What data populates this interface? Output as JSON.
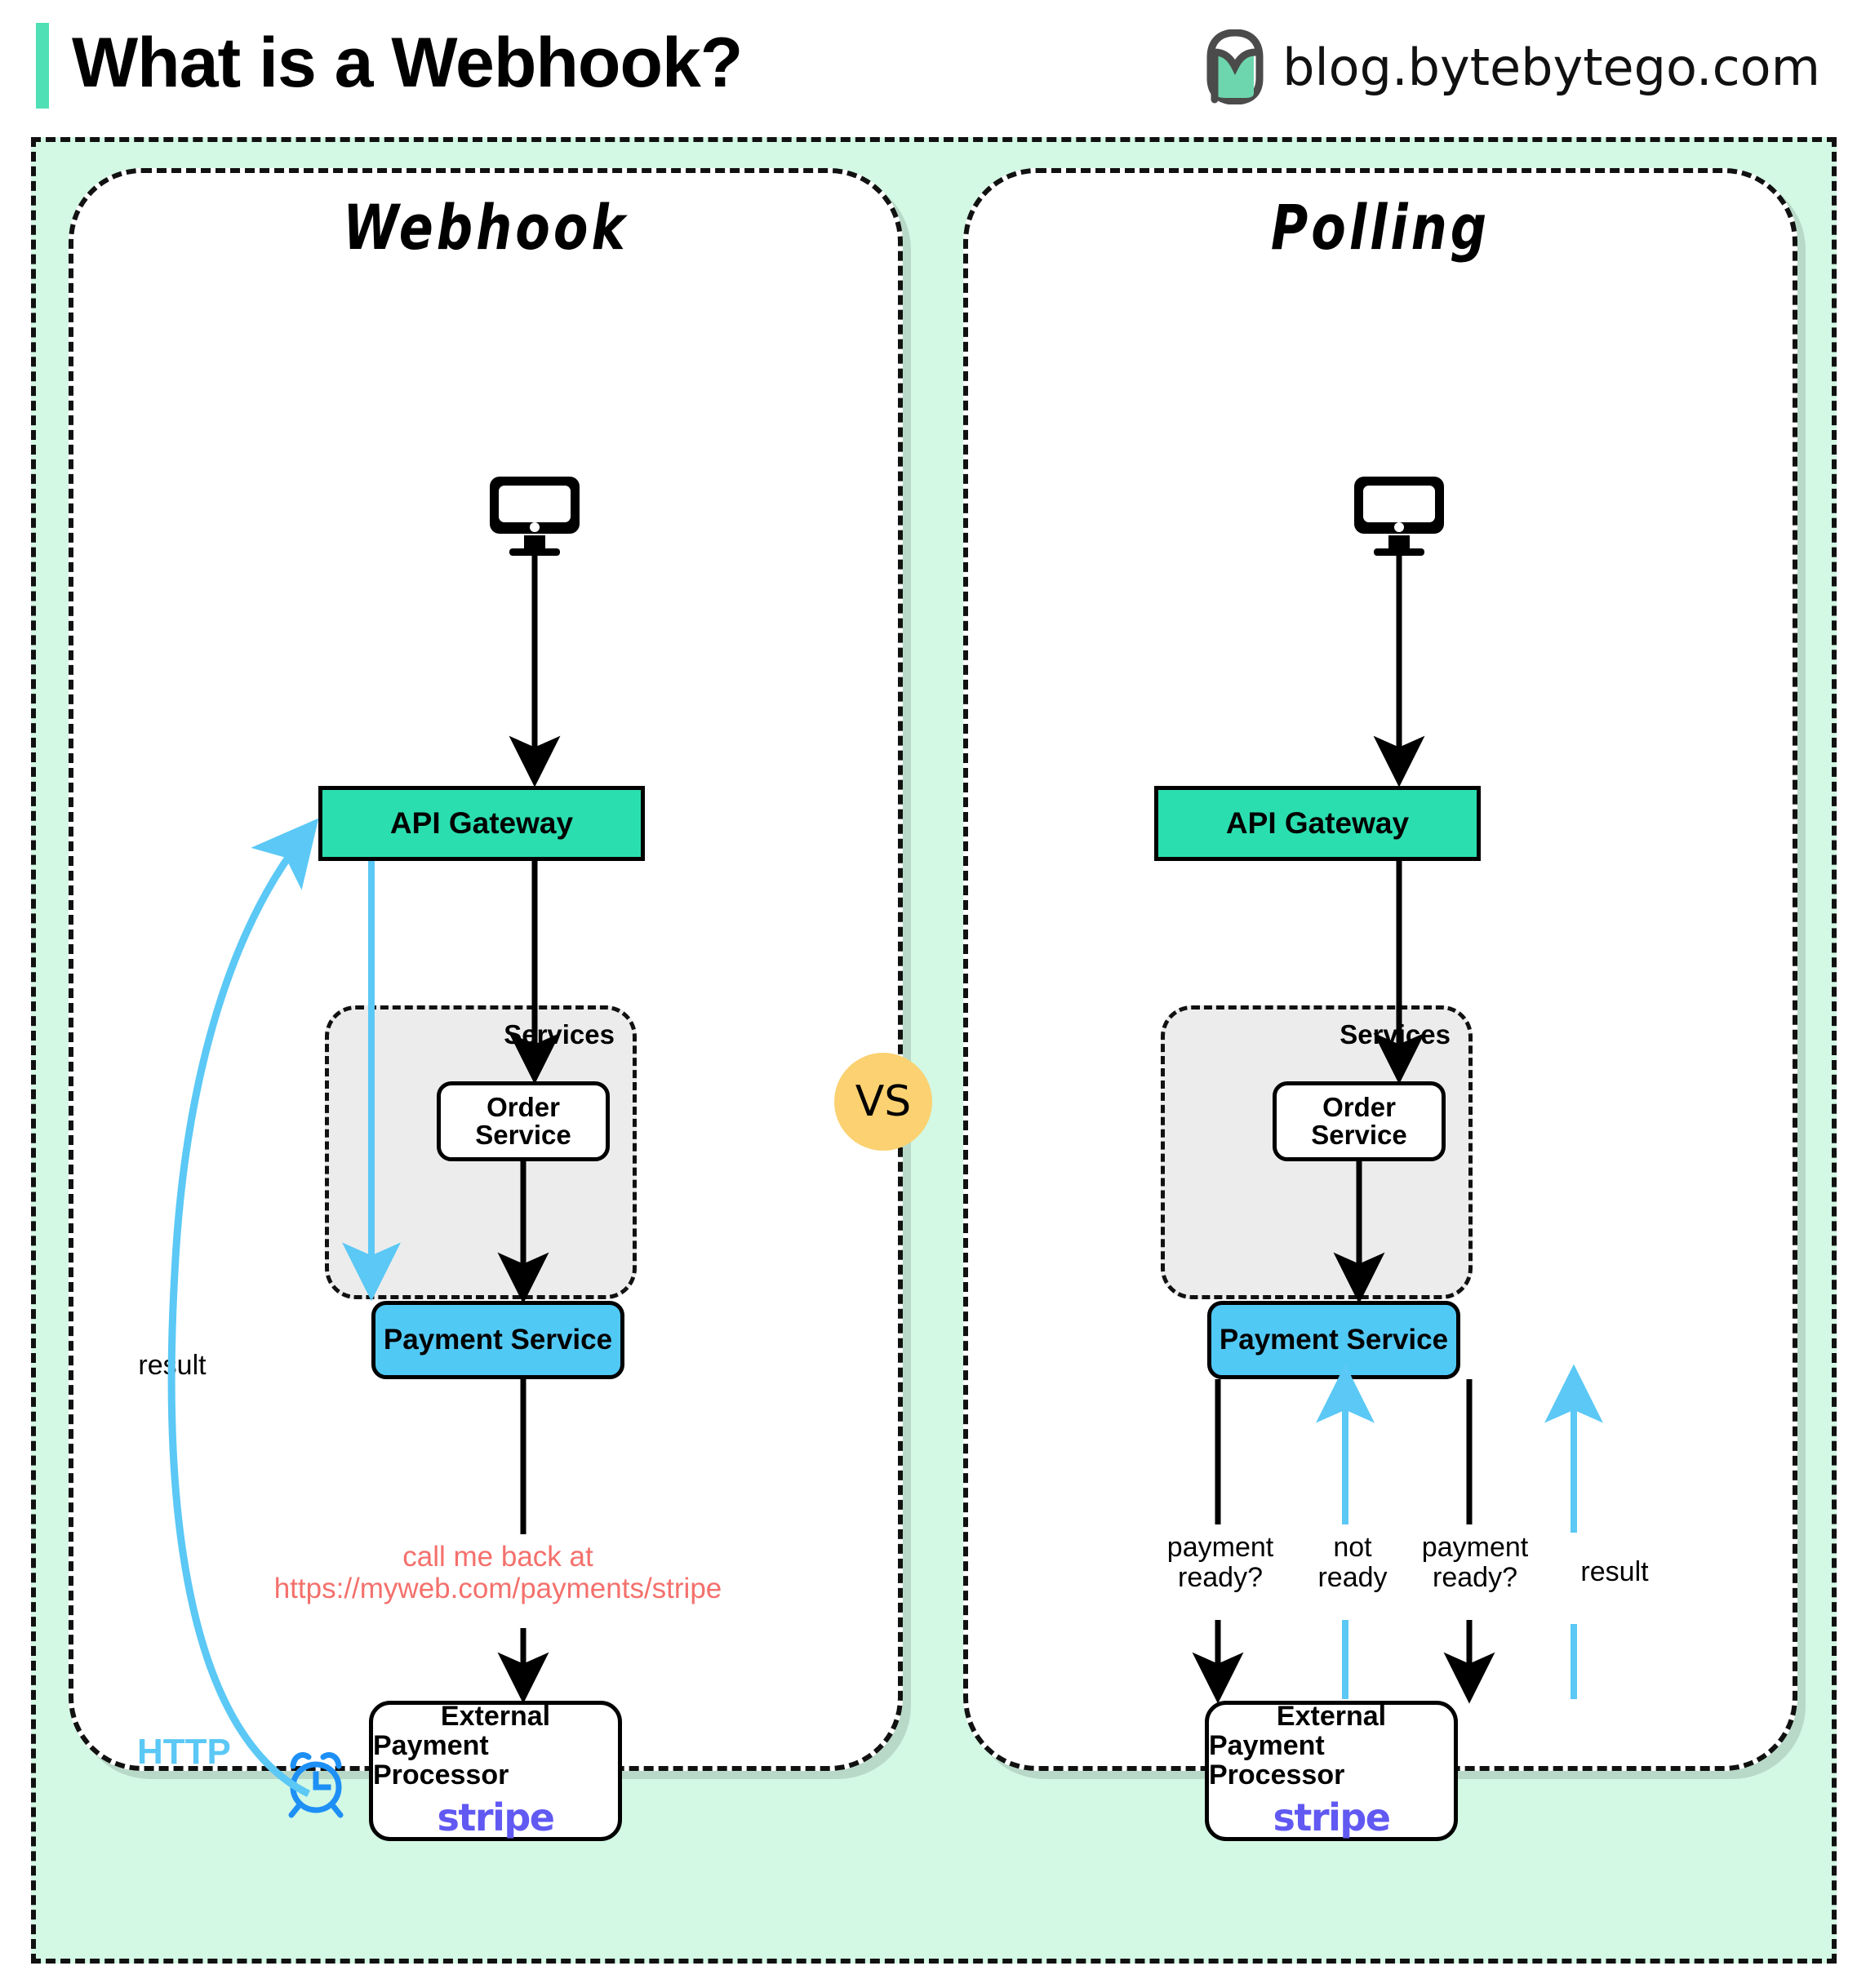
{
  "header": {
    "title": "What is a Webhook?",
    "brand": "blog.bytebytego.com",
    "accent_color": "#4FE0B5",
    "logo_icon": "bytebytego-logo-icon"
  },
  "vs_badge": {
    "label": "VS",
    "color": "#FBD171"
  },
  "palette": {
    "mint_background": "#D3F8E4",
    "gateway_green": "#2BDEB0",
    "payment_blue": "#51C9F5",
    "arrow_blue": "#5BC8F5",
    "clock_blue": "#1E90F5",
    "callback_red": "#F4706C",
    "stripe_purple": "#6159F2",
    "services_gray": "#ECECEC"
  },
  "panels": [
    {
      "key": "webhook",
      "title": "Webhook",
      "client_icon": "desktop-monitor-icon",
      "gateway": "API Gateway",
      "services_label": "Services",
      "order_service": [
        "Order",
        "Service"
      ],
      "payment_service": "Payment Service",
      "external": {
        "line1": "External",
        "line2": "Payment Processor",
        "logo": "stripe"
      },
      "annotations": {
        "result": "result",
        "http": "HTTP",
        "clock_icon": "alarm-clock-icon",
        "callback_line1": "call me back at",
        "callback_line2": "https://myweb.com/payments/stripe"
      }
    },
    {
      "key": "polling",
      "title": "Polling",
      "client_icon": "desktop-monitor-icon",
      "gateway": "API Gateway",
      "services_label": "Services",
      "order_service": [
        "Order",
        "Service"
      ],
      "payment_service": "Payment Service",
      "external": {
        "line1": "External",
        "line2": "Payment Processor",
        "logo": "stripe"
      },
      "annotations": {
        "poll1": [
          "payment",
          "ready?"
        ],
        "poll_reply1": [
          "not",
          "ready"
        ],
        "poll2": [
          "payment",
          "ready?"
        ],
        "poll_reply2": [
          "result"
        ]
      }
    }
  ]
}
